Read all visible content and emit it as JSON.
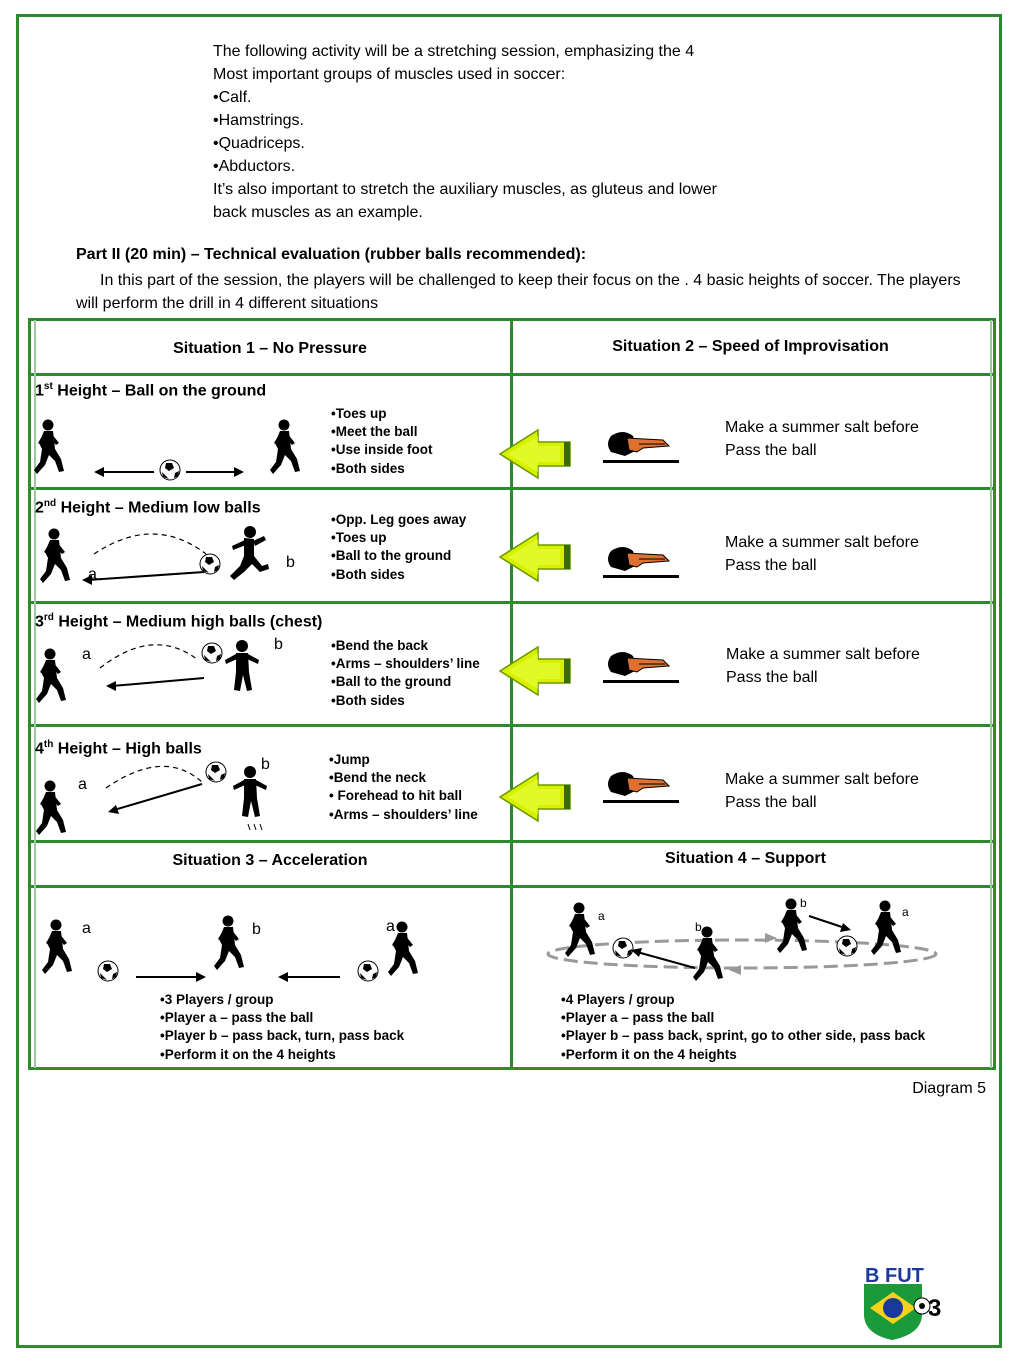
{
  "intro": {
    "lines": [
      "The following activity will be a stretching session, emphasizing the 4",
      "Most important groups of muscles used in soccer:",
      "•Calf.",
      "•Hamstrings.",
      "•Quadriceps.",
      "•Abductors.",
      "It’s also important to stretch the auxiliary muscles, as gluteus and lower",
      "back muscles as an example."
    ]
  },
  "part2": {
    "title": "Part II (20 min) – Technical evaluation (rubber balls recommended):",
    "body": "In this part of the session, the players will be challenged to keep their focus on the . 4 basic heights of soccer. The players will perform the drill in 4 different situations"
  },
  "table": {
    "situation1_header": "Situation 1 – No Pressure",
    "situation2_header": "Situation 2 – Speed of Improvisation",
    "situation3_header": "Situation 3 – Acceleration",
    "situation4_header": "Situation 4 – Support",
    "heights": [
      {
        "num": "1",
        "sup": "st",
        "title": " Height – Ball on the ground",
        "bullets": [
          "•Toes up",
          "•Meet the ball",
          "•Use inside foot",
          "•Both sides"
        ],
        "note1": "Make a summer salt before",
        "note2": "Pass the ball"
      },
      {
        "num": "2",
        "sup": "nd",
        "title": " Height – Medium low balls",
        "bullets": [
          "•Opp. Leg goes away",
          "•Toes up",
          "•Ball to the ground",
          "•Both sides"
        ],
        "note1": "Make a summer salt before",
        "note2": "Pass the ball",
        "label_a": "a",
        "label_b": "b"
      },
      {
        "num": "3",
        "sup": "rd",
        "title": " Height – Medium high balls (chest)",
        "bullets": [
          "•Bend the back",
          "•Arms – shoulders’ line",
          "•Ball to the ground",
          "•Both sides"
        ],
        "note1": "Make a summer salt before",
        "note2": "Pass the ball",
        "label_a": "a",
        "label_b": "b"
      },
      {
        "num": "4",
        "sup": "th",
        "title": " Height – High balls",
        "bullets": [
          "•Jump",
          "•Bend the neck",
          "• Forehead to hit ball",
          "•Arms – shoulders’ line"
        ],
        "note1": "Make a summer salt before",
        "note2": "Pass the ball",
        "label_a": "a",
        "label_b": "b"
      }
    ],
    "situation3": {
      "labels": [
        "a",
        "b",
        "a"
      ],
      "bullets": [
        "•3 Players / group",
        "•Player a – pass the ball",
        "•Player b – pass back, turn, pass back",
        "•Perform it on the 4 heights"
      ]
    },
    "situation4": {
      "labels": [
        "a",
        "b",
        "b",
        "a"
      ],
      "bullets": [
        "•4 Players / group",
        "•Player a – pass the ball",
        "•Player b – pass back, sprint, go to other side, pass back",
        "•Perform it on the 4 heights"
      ]
    }
  },
  "caption": "Diagram 5",
  "logo": {
    "text": "B FUT",
    "page_number": "3"
  },
  "colors": {
    "border_green": "#2e8b2e",
    "arrow_yellow": "#d8f000",
    "arrow_green": "#7ab800",
    "figure_orange": "#e07030"
  }
}
